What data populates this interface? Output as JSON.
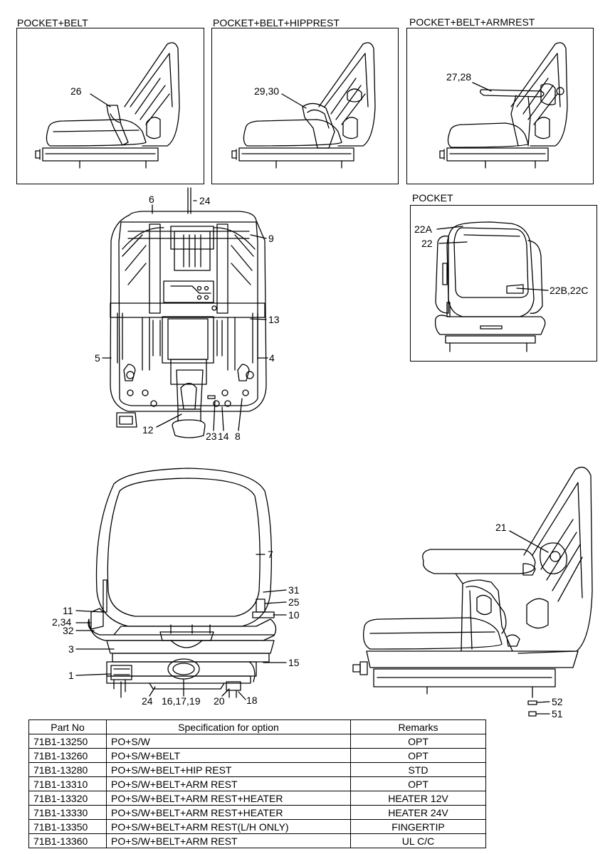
{
  "panels": {
    "pocket_belt": {
      "title": "POCKET+BELT",
      "callout": "26"
    },
    "pocket_belt_hiprest": {
      "title": "POCKET+BELT+HIPPREST",
      "callout": "29,30"
    },
    "pocket_belt_armrest": {
      "title": "POCKET+BELT+ARMREST",
      "callout": "27,28"
    },
    "pocket": {
      "title": "POCKET",
      "callouts": [
        "22A",
        "22",
        "22B,22C"
      ]
    }
  },
  "top_view_callouts": [
    "24",
    "6",
    "9",
    "13",
    "5",
    "4",
    "12",
    "23",
    "14",
    "8"
  ],
  "front_view_callouts": [
    "7",
    "31",
    "25",
    "10",
    "11",
    "2,34",
    "32",
    "3",
    "15",
    "1",
    "24",
    "16,17,19",
    "20",
    "18"
  ],
  "side_view_callouts": [
    "21",
    "52",
    "51"
  ],
  "table": {
    "headers": [
      "Part No",
      "Specification for option",
      "Remarks"
    ],
    "rows": [
      [
        "71B1-13250",
        "PO+S/W",
        "OPT"
      ],
      [
        "71B1-13260",
        "PO+S/W+BELT",
        "OPT"
      ],
      [
        "71B1-13280",
        "PO+S/W+BELT+HIP REST",
        "STD"
      ],
      [
        "71B1-13310",
        "PO+S/W+BELT+ARM REST",
        "OPT"
      ],
      [
        "71B1-13320",
        "PO+S/W+BELT+ARM REST+HEATER",
        "HEATER 12V"
      ],
      [
        "71B1-13330",
        "PO+S/W+BELT+ARM REST+HEATER",
        "HEATER 24V"
      ],
      [
        "71B1-13350",
        "PO+S/W+BELT+ARM REST(L/H ONLY)",
        "FINGERTIP"
      ],
      [
        "71B1-13360",
        "PO+S/W+BELT+ARM REST",
        "UL C/C"
      ]
    ]
  }
}
